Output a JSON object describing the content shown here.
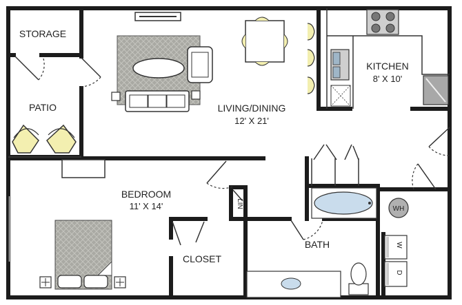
{
  "rooms": {
    "storage": "STORAGE",
    "patio": "PATIO",
    "living_dining": {
      "name": "LIVING/DINING",
      "size": "12' X 21'"
    },
    "kitchen": {
      "name": "KITCHEN",
      "size": "8' X 10'"
    },
    "bedroom": {
      "name": "BEDROOM",
      "size": "11' X 14'"
    },
    "closet": "CLOSET",
    "bath": "BATH",
    "linen": "LIN",
    "water_heater": "WH",
    "washer": "W",
    "dryer": "D"
  },
  "colors": {
    "wall": "#1c1c1c",
    "rug": "#a9a9a3",
    "chair_yellow": "#f3efb0",
    "tub_blue": "#c9dcec",
    "background": "#ffffff"
  }
}
